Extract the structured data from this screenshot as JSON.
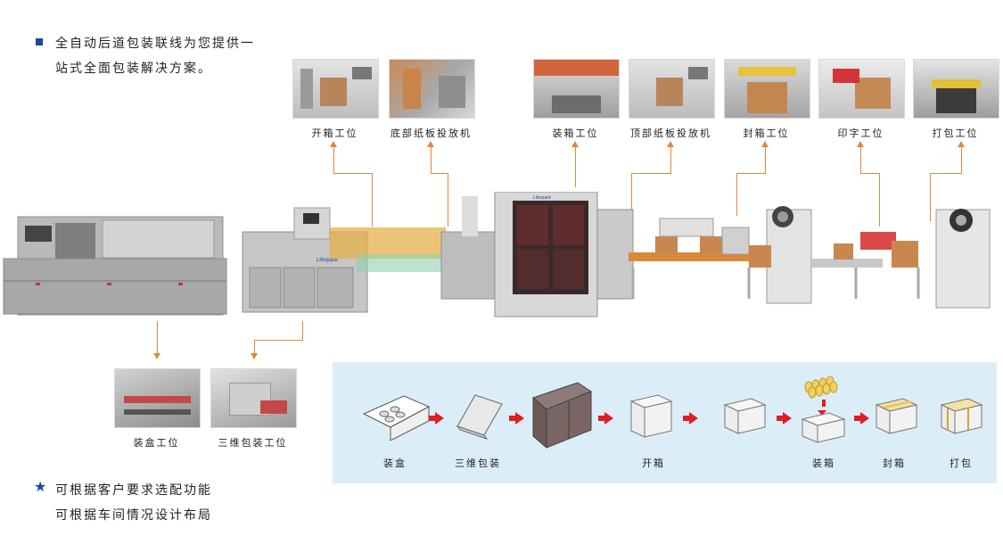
{
  "intro": {
    "line1": "全自动后道包装联线为您提供一",
    "line2": "站式全面包装解决方案。"
  },
  "notes": {
    "line1": "可根据客户要求选配功能",
    "line2": "可根据车间情况设计布局"
  },
  "top_stations": [
    {
      "label": "开箱工位"
    },
    {
      "label": "底部纸板投放机"
    },
    {
      "label": "装箱工位"
    },
    {
      "label": "顶部纸板投放机"
    },
    {
      "label": "封箱工位"
    },
    {
      "label": "印字工位"
    },
    {
      "label": "打包工位"
    }
  ],
  "bottom_stations": [
    {
      "label": "装盒工位"
    },
    {
      "label": "三维包装工位"
    }
  ],
  "flow_steps": [
    {
      "label": "装盒"
    },
    {
      "label": "三维包装"
    },
    {
      "label": "开箱"
    },
    {
      "label": "装箱"
    },
    {
      "label": "封箱"
    },
    {
      "label": "打包"
    }
  ],
  "brand": "Libopack",
  "colors": {
    "accent_arrow": "#e8853a",
    "flow_bg": "#dbeef8",
    "flow_arrow": "#e21c24",
    "bullet": "#1a4aa0"
  },
  "icons": {
    "intro_bullet": "square-bullet-icon",
    "notes_bullet": "star-icon"
  }
}
